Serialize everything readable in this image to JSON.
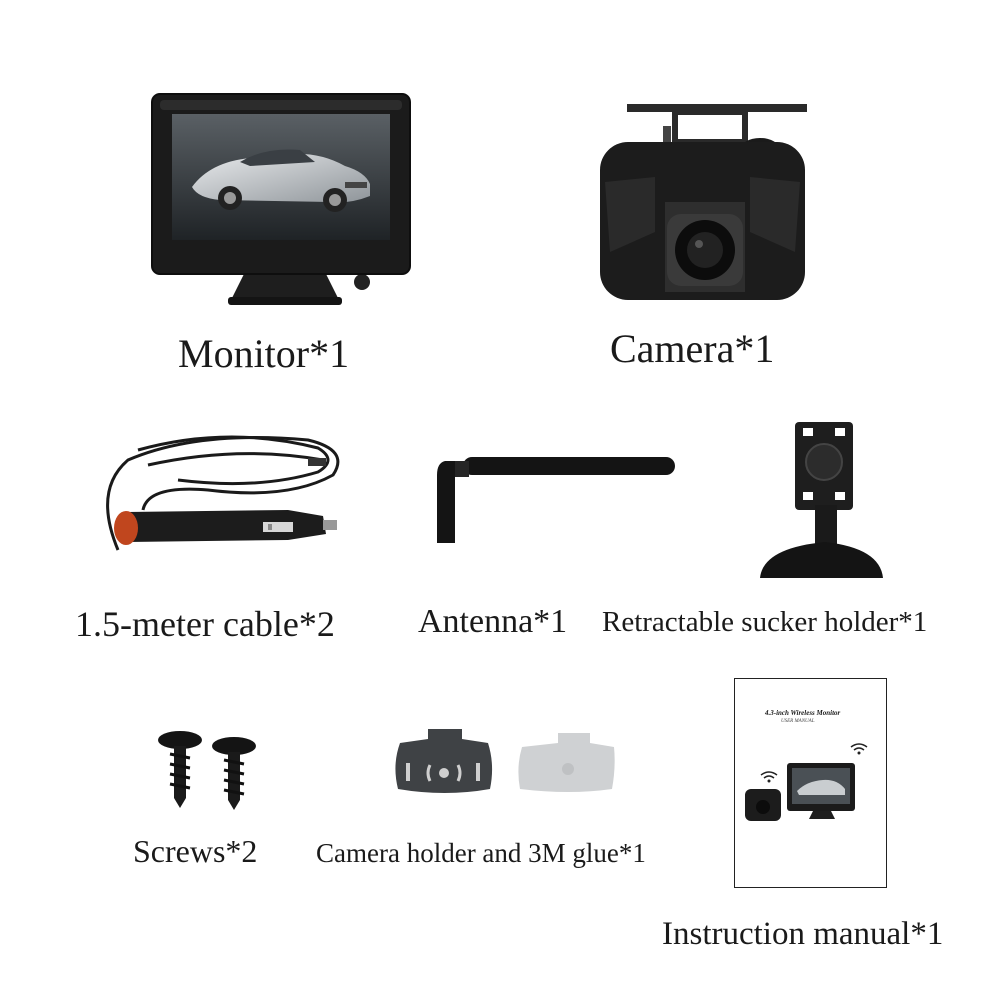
{
  "items": {
    "monitor": {
      "label": "Monitor*1"
    },
    "camera": {
      "label": "Camera*1"
    },
    "cable": {
      "label": "1.5-meter cable*2"
    },
    "antenna": {
      "label": "Antenna*1"
    },
    "holder": {
      "label": "Retractable sucker holder*1"
    },
    "screws": {
      "label": "Screws*2"
    },
    "camera_holder": {
      "label": "Camera holder and 3M glue*1"
    },
    "manual": {
      "label": "Instruction manual*1",
      "cover_title": "4.3-inch Wireless Monitor",
      "cover_subtitle": "USER MANUAL"
    }
  }
}
